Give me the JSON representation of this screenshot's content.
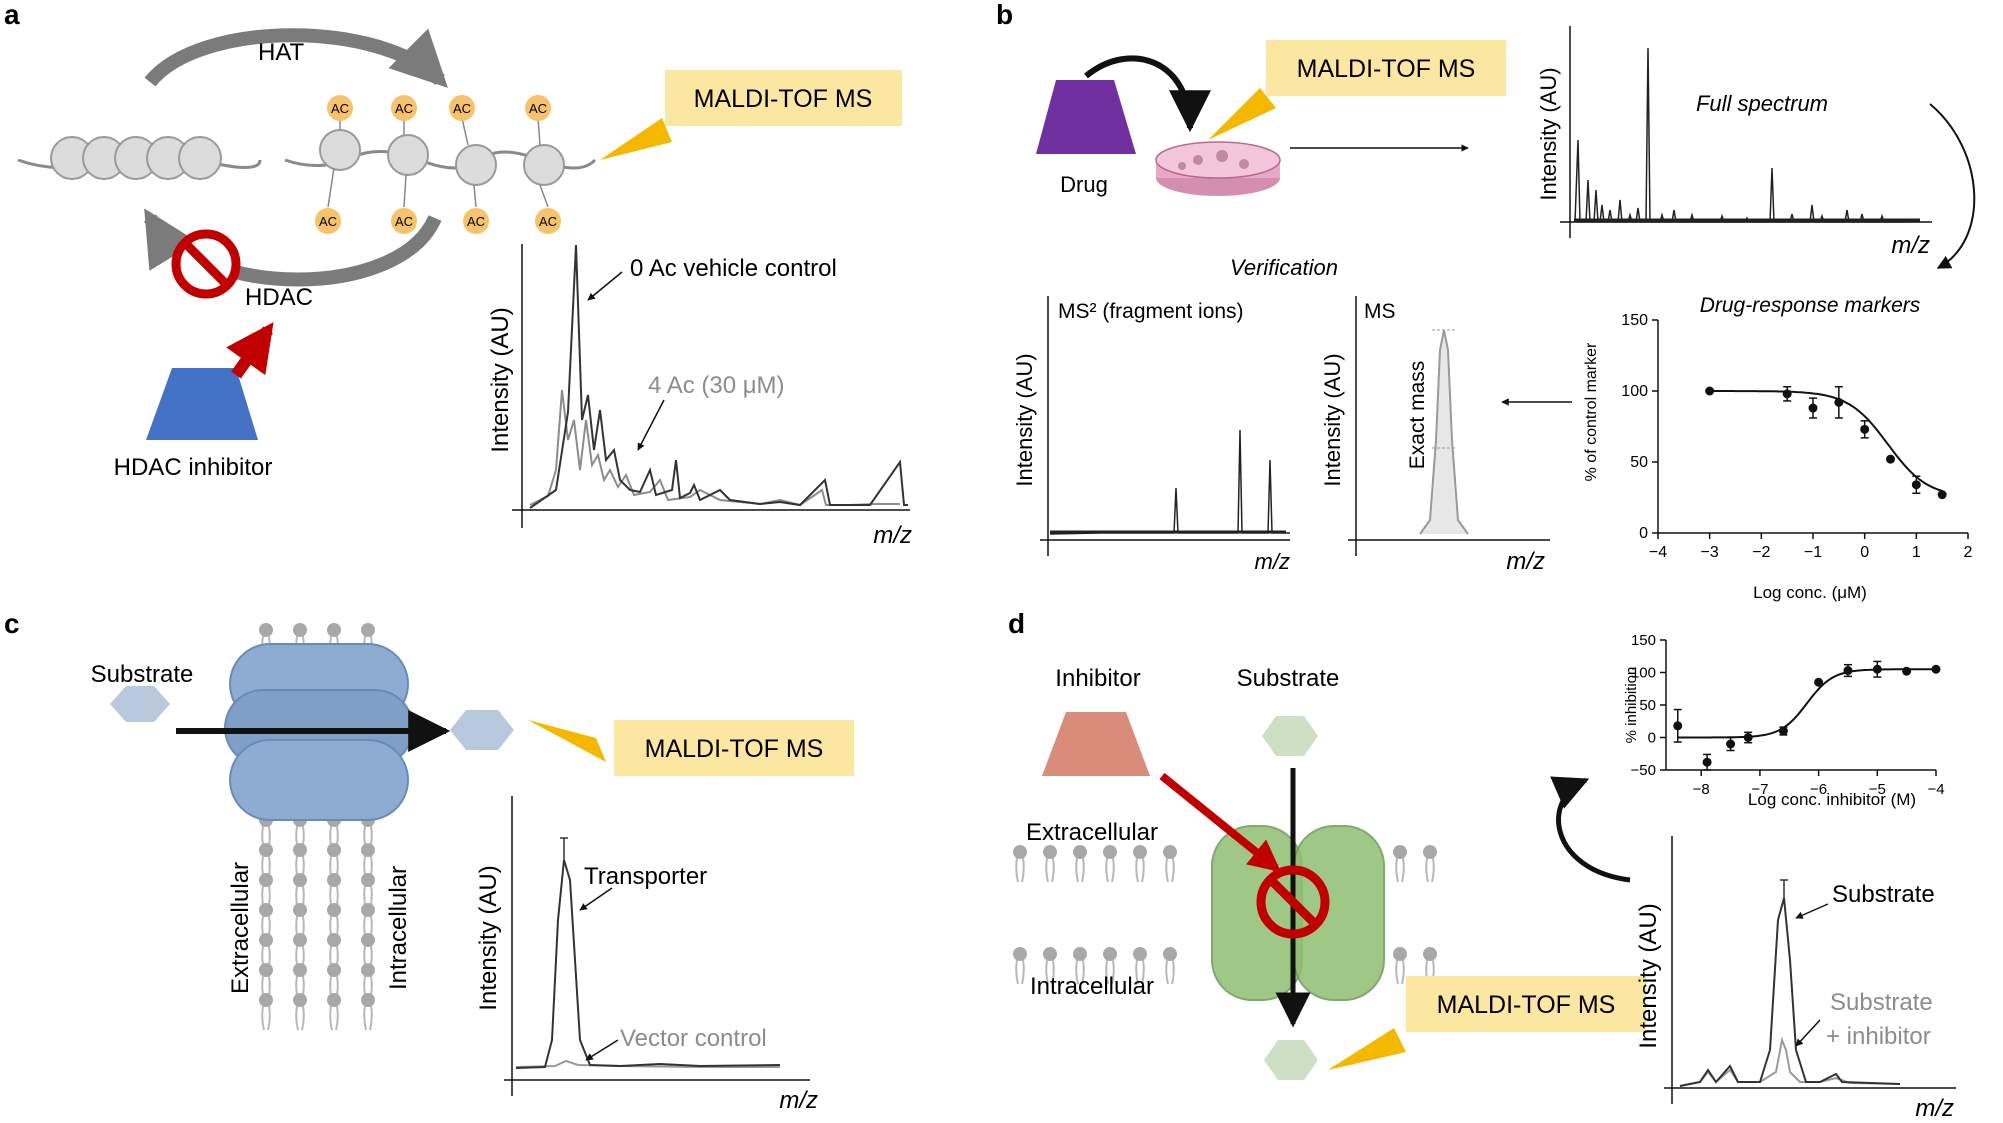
{
  "colors": {
    "yellow_box": "#fbe7a1",
    "yellow_wedge": "#f5b800",
    "hat_arrow": "#7b7b7b",
    "inhibit_red": "#c00000",
    "hdac_inhibitor_blue": "#4472c4",
    "drug_purple": "#7030a0",
    "inhibitor_salmon": "#d98c7a",
    "substrate_blue": "#b8c9dd",
    "substrate_green": "#cfdfc4",
    "transporter_blue": "#7f9fc7",
    "transporter_green": "#8fbf73",
    "ac_orange": "#f6c26b",
    "trace_dark": "#333333",
    "trace_grey": "#8c8c8c"
  },
  "panel_a": {
    "letter": "a",
    "hat_label": "HAT",
    "hdac_label": "HDAC",
    "hdac_inhibitor_label": "HDAC inhibitor",
    "maldi_label": "MALDI-TOF MS",
    "ac_label": "AC",
    "chart": {
      "ylabel": "Intensity (AU)",
      "xlabel": "m/z",
      "annotation_1": "0 Ac vehicle control",
      "annotation_2": "4 Ac (30 μM)"
    }
  },
  "panel_b": {
    "letter": "b",
    "drug_label": "Drug",
    "maldi_label": "MALDI-TOF MS",
    "full_spectrum": {
      "title": "Full spectrum",
      "ylabel": "Intensity (AU)",
      "xlabel": "m/z"
    },
    "verification_title": "Verification",
    "ms2": {
      "title": "MS² (fragment ions)",
      "ylabel": "Intensity (AU)",
      "xlabel": "m/z"
    },
    "ms": {
      "title": "MS",
      "ylabel": "Intensity (AU)",
      "inner_label": "Exact mass",
      "xlabel": "m/z"
    },
    "drug_response": {
      "title": "Drug-response markers",
      "ylabel": "% of control marker",
      "xlabel": "Log conc. (μM)",
      "x_ticks": [
        "−4",
        "−3",
        "−2",
        "−1",
        "0",
        "1",
        "2"
      ],
      "y_ticks": [
        "0",
        "50",
        "100",
        "150"
      ]
    }
  },
  "panel_c": {
    "letter": "c",
    "substrate_label": "Substrate",
    "extracellular_label": "Extracellular",
    "intracellular_label": "Intracellular",
    "maldi_label": "MALDI-TOF MS",
    "chart": {
      "ylabel": "Intensity (AU)",
      "xlabel": "m/z",
      "annotation_1": "Transporter",
      "annotation_2": "Vector control"
    }
  },
  "panel_d": {
    "letter": "d",
    "inhibitor_label": "Inhibitor",
    "substrate_label": "Substrate",
    "extracellular_label": "Extracellular",
    "intracellular_label": "Intracellular",
    "maldi_label": "MALDI-TOF MS",
    "inhibition_chart": {
      "ylabel": "% inhibition",
      "xlabel": "Log conc. inhibitor (M)",
      "x_ticks": [
        "−8",
        "−7",
        "−6",
        "−5",
        "−4"
      ],
      "y_ticks": [
        "−50",
        "0",
        "50",
        "100",
        "150"
      ]
    },
    "spectrum": {
      "ylabel": "Intensity (AU)",
      "xlabel": "m/z",
      "annotation_1": "Substrate",
      "annotation_2_line1": "Substrate",
      "annotation_2_line2": "+ inhibitor"
    }
  },
  "chart_data": [
    {
      "id": "drug_response_markers",
      "type": "scatter",
      "title": "Drug-response markers",
      "xlabel": "Log conc. (μM)",
      "ylabel": "% of control marker",
      "xlim": [
        -4,
        2
      ],
      "ylim": [
        0,
        150
      ],
      "x": [
        -3,
        -1.5,
        -1.0,
        -0.5,
        0,
        0.5,
        1.0,
        1.5
      ],
      "y": [
        100,
        98,
        88,
        92,
        73,
        52,
        34,
        27
      ],
      "error": [
        0,
        5,
        7,
        11,
        6,
        0,
        6,
        0
      ],
      "fit": "sigmoid"
    },
    {
      "id": "percent_inhibition",
      "type": "scatter",
      "xlabel": "Log conc. inhibitor (M)",
      "ylabel": "% inhibition",
      "xlim": [
        -8.6,
        -4
      ],
      "ylim": [
        -50,
        150
      ],
      "x": [
        -8.4,
        -7.9,
        -7.5,
        -7.2,
        -6.6,
        -6.0,
        -5.5,
        -5.0,
        -4.5,
        -4.0
      ],
      "y": [
        18,
        -38,
        -10,
        0,
        10,
        85,
        103,
        105,
        102,
        105
      ],
      "error": [
        25,
        12,
        10,
        8,
        6,
        0,
        9,
        12,
        0,
        0
      ],
      "fit": "sigmoid"
    }
  ]
}
